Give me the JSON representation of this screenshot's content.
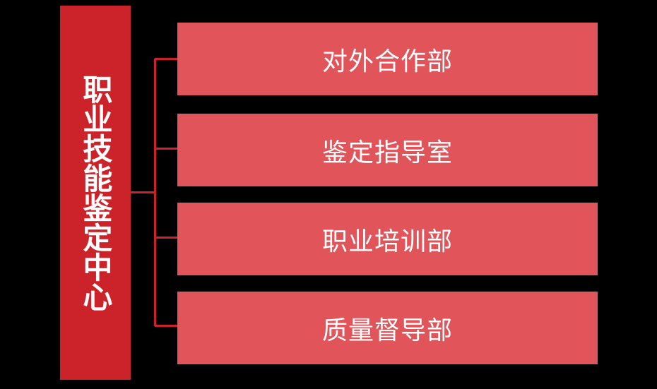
{
  "diagram": {
    "type": "organizational-chart",
    "background_color": "#000000",
    "root": {
      "label": "职业技能鉴定中心",
      "color": "#CC2229",
      "text_color": "#FFFFFF",
      "orientation": "vertical"
    },
    "branch_color": "#CC2229",
    "node_color": "#E0545A",
    "node_text_color": "#FFFFFF",
    "nodes": [
      {
        "label": "对外合作部"
      },
      {
        "label": "鉴定指导室"
      },
      {
        "label": "职业培训部"
      },
      {
        "label": "质量督导部"
      }
    ]
  }
}
